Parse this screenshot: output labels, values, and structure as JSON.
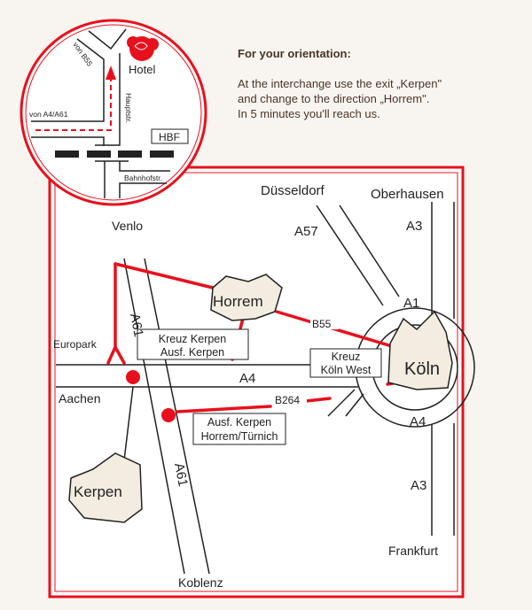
{
  "info": {
    "title": "For your orientation:",
    "lines": [
      "At the interchange use the exit „Kerpen\"",
      "and change to the direction „Horrem\".",
      "In 5 minutes you'll reach us."
    ]
  },
  "inset": {
    "hotel": "Hotel",
    "from_b55": "von B55",
    "from_a4_a61": "von A4/A61",
    "hauptstr": "Hauptstr.",
    "hbf": "HBF",
    "bahnhofstr": "Bahnhofstr."
  },
  "map": {
    "duesseldorf": "Düsseldorf",
    "oberhausen": "Oberhausen",
    "venlo": "Venlo",
    "a57": "A57",
    "a3_top": "A3",
    "a1": "A1",
    "a61_top": "A61",
    "horrem": "Horrem",
    "b55": "B55",
    "europark": "Europark",
    "kreuz_kerpen_1": "Kreuz Kerpen",
    "kreuz_kerpen_2": "Ausf. Kerpen",
    "kreuz_koeln_1": "Kreuz",
    "kreuz_koeln_2": "Köln West",
    "koeln": "Köln",
    "a4_mid": "A4",
    "aachen": "Aachen",
    "b264": "B264",
    "ausf_1": "Ausf. Kerpen",
    "ausf_2": "Horrem/Türnich",
    "a4_right": "A4",
    "kerpen": "Kerpen",
    "a61_bottom": "A61",
    "a3_bottom": "A3",
    "frankfurt": "Frankfurt",
    "koblenz": "Koblenz"
  },
  "colors": {
    "accent": "#e8101c",
    "text": "#4a3528",
    "background": "#f8f5f0"
  }
}
